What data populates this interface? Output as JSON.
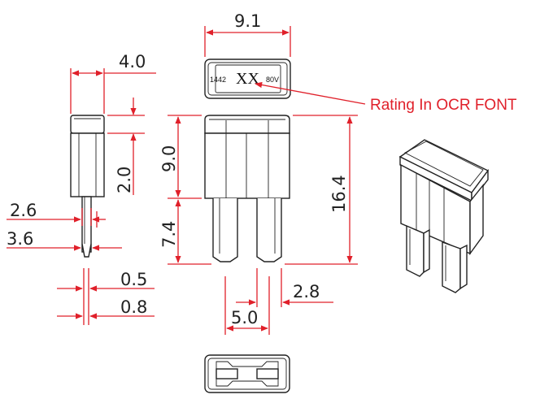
{
  "dimensions": {
    "top_width": "9.1",
    "side_thickness": "4.0",
    "side_2_0": "2.0",
    "front_9_0": "9.0",
    "front_7_4": "7.4",
    "total_16_4": "16.4",
    "blade_2_6": "2.6",
    "blade_3_6": "3.6",
    "gap_0_5": "0.5",
    "gap_0_8": "0.8",
    "blade_width_2_8": "2.8",
    "blade_pitch_5_0": "5.0"
  },
  "top_view": {
    "code": "1442",
    "rating": "XX",
    "voltage": "80V"
  },
  "callout": {
    "label": "Rating In OCR FONT"
  },
  "colors": {
    "dimension_lines": "#e0202a",
    "outline": "#222222"
  }
}
